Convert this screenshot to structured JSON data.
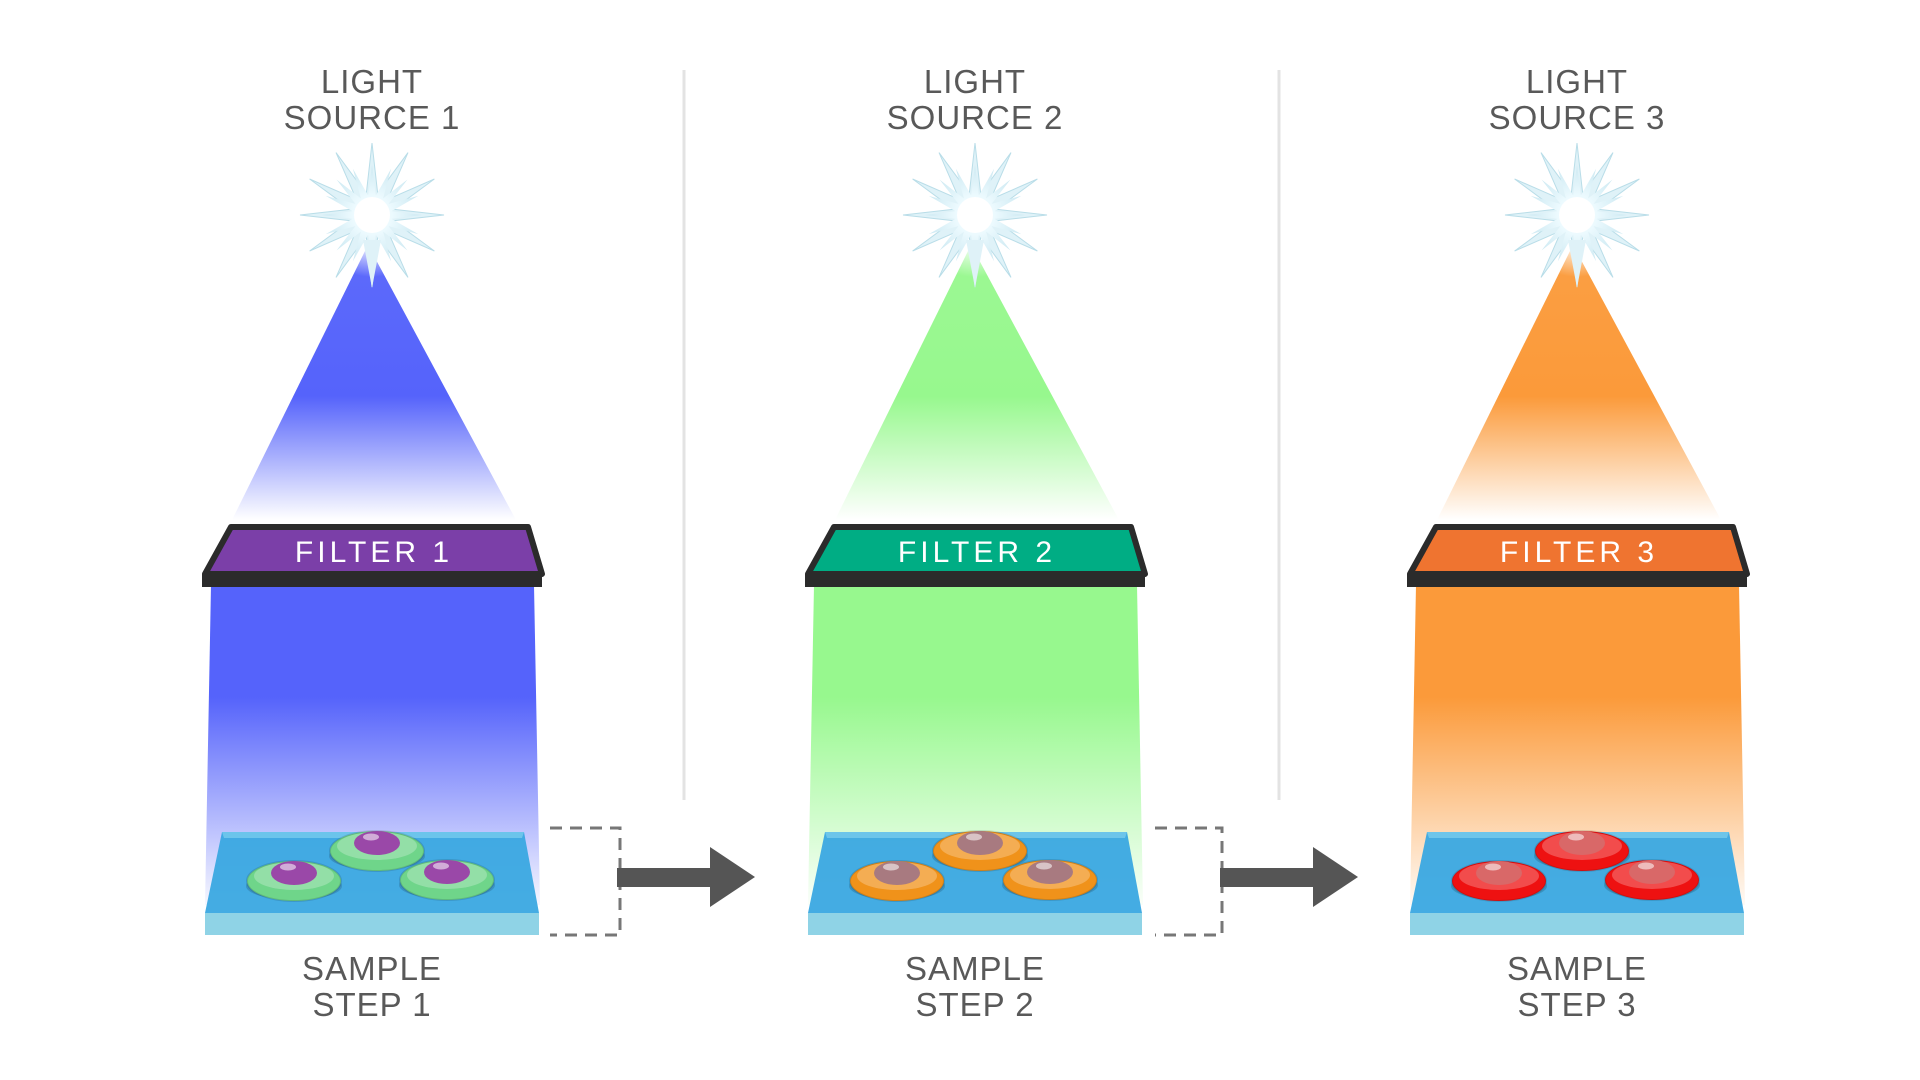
{
  "stages": [
    {
      "light_label": [
        "LIGHT",
        "SOURCE 1"
      ],
      "filter_label": "FILTER 1",
      "sample_label": [
        "SAMPLE",
        "STEP 1"
      ],
      "beam_color": "#5563fb",
      "filter_color": "#7b3fa8",
      "cell_outer_color": "#6fd58a",
      "cell_nucleus_color": "#9a48a8"
    },
    {
      "light_label": [
        "LIGHT",
        "SOURCE 2"
      ],
      "filter_label": "FILTER 2",
      "sample_label": [
        "SAMPLE",
        "STEP 2"
      ],
      "beam_color": "#97f88e",
      "filter_color": "#00ad84",
      "cell_outer_color": "#f0921a",
      "cell_nucleus_color": "#a87a80"
    },
    {
      "light_label": [
        "LIGHT",
        "SOURCE 3"
      ],
      "filter_label": "FILTER 3",
      "sample_label": [
        "SAMPLE",
        "STEP 3"
      ],
      "beam_color": "#fb9a3a",
      "filter_color": "#ef7430",
      "cell_outer_color": "#ee1111",
      "cell_nucleus_color": "#d96868"
    }
  ],
  "colors": {
    "text": "#595959",
    "filter_frame": "#2b2b2b",
    "slide_top": "#3aa8e2",
    "slide_edge": "#8fd3e6",
    "arrow": "#555555",
    "divider": "#e3e3e3"
  }
}
